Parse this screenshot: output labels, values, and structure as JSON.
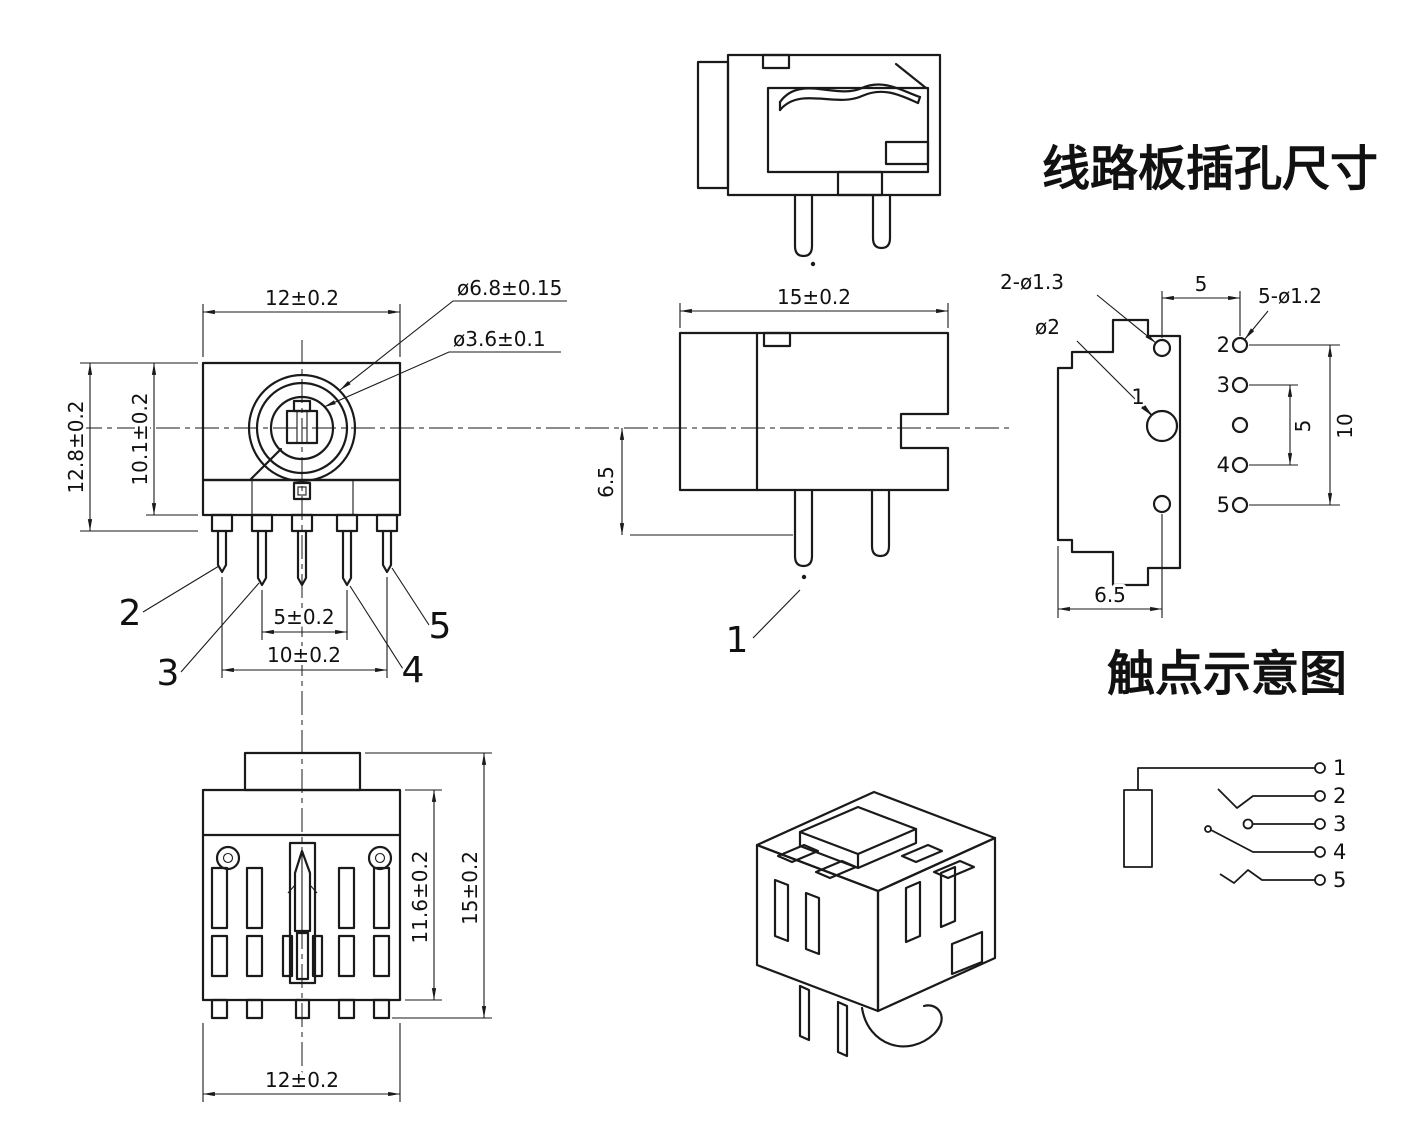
{
  "colors": {
    "line": "#1a1a1a",
    "background": "#ffffff"
  },
  "titles": {
    "pcb_holes_title": "线路板插孔尺寸",
    "contact_title": "触点示意图"
  },
  "front_view": {
    "dim_top_width": "12±0.2",
    "dim_outer_dia": "ø6.8±0.15",
    "dim_inner_dia": "ø3.6±0.1",
    "dim_total_height": "12.8±0.2",
    "dim_body_height": "10.1±0.2",
    "dim_pin_pitch_inner": "5±0.2",
    "dim_pin_pitch_outer": "10±0.2",
    "pin_labels": [
      "2",
      "3",
      "4",
      "5"
    ]
  },
  "side_view": {
    "dim_width": "15±0.2",
    "dim_pin_offset": "6.5",
    "pin_label": "1"
  },
  "pcb_layout": {
    "callout_small_holes": "2-ø1.3",
    "callout_center_hole": "ø2",
    "callout_pin_holes": "5-ø1.2",
    "dim_col_pitch": "5",
    "dim_row_span": "10",
    "dim_row_pitch": "5",
    "dim_left_offset": "6.5",
    "hole_labels": [
      "1",
      "2",
      "3",
      "4",
      "5"
    ]
  },
  "bottom_view": {
    "dim_inner_height": "11.6±0.2",
    "dim_total_height": "15±0.2",
    "dim_width": "12±0.2"
  },
  "schematic": {
    "terminal_labels": [
      "1",
      "2",
      "3",
      "4",
      "5"
    ]
  }
}
